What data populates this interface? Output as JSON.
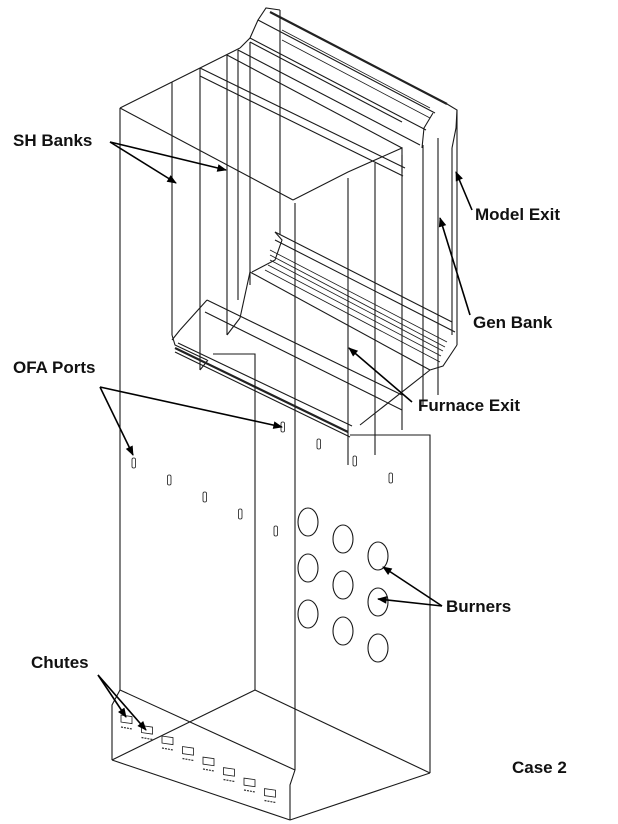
{
  "diagram": {
    "title": "Boiler model geometry",
    "case_label": "Case 2",
    "labels": {
      "sh_banks": "SH Banks",
      "model_exit": "Model Exit",
      "gen_bank": "Gen Bank",
      "ofa_ports": "OFA Ports",
      "furnace_exit": "Furnace Exit",
      "burners": "Burners",
      "chutes": "Chutes"
    },
    "counts": {
      "burners": 9,
      "burner_grid": "3 x 3",
      "ofa_ports_left_wall": 5,
      "ofa_ports_right_wall": 4,
      "chutes": 8
    }
  }
}
